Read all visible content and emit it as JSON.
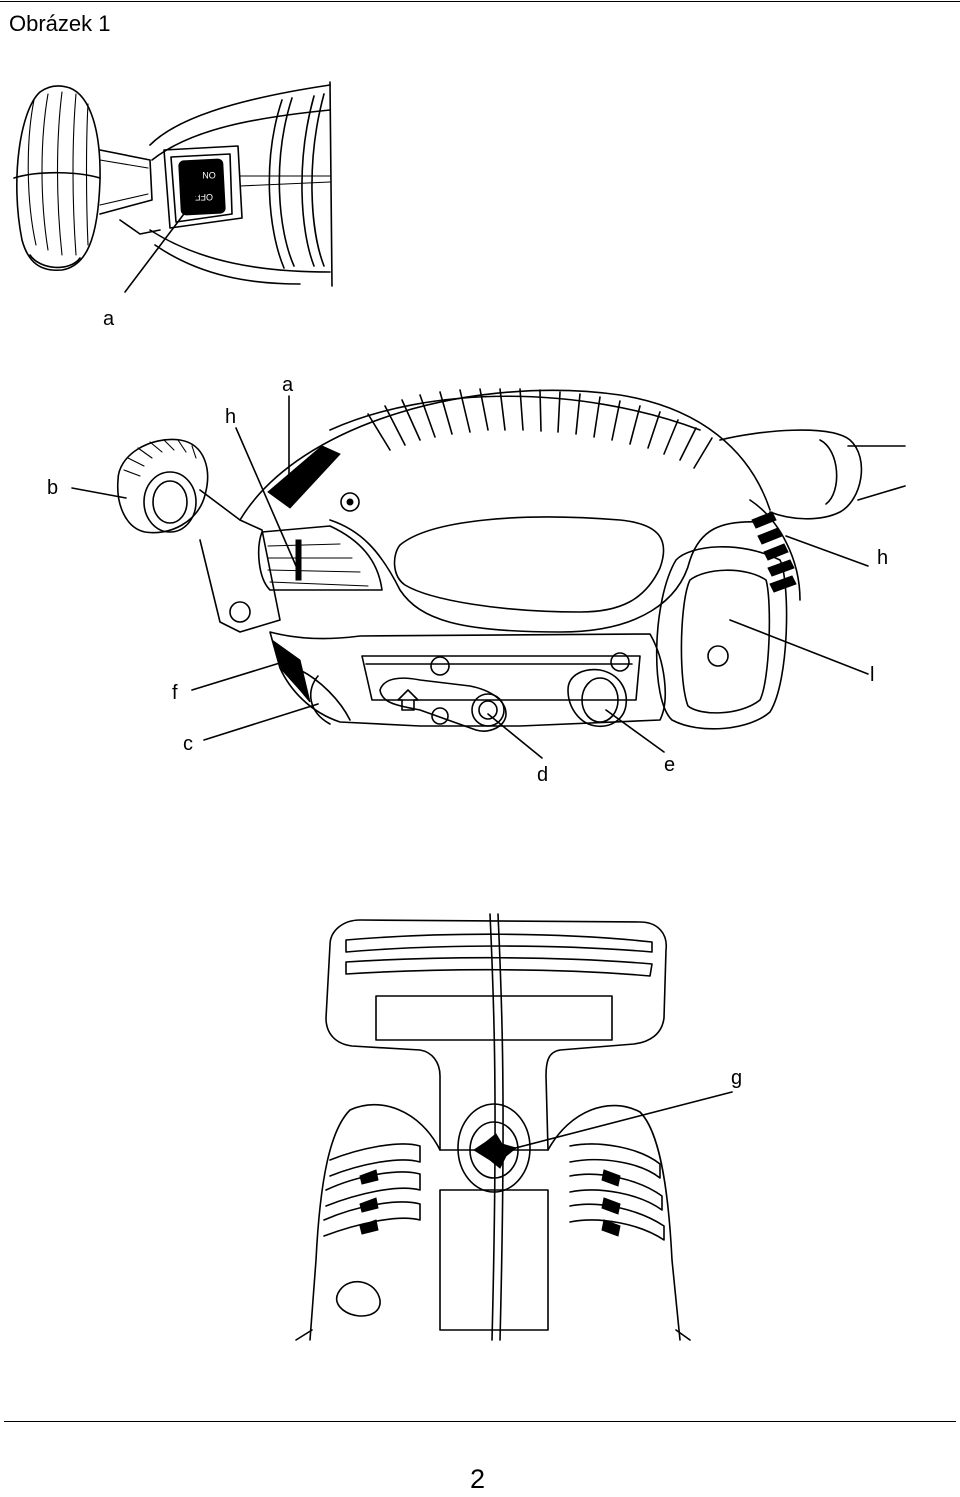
{
  "figure": {
    "title": "Obrázek 1"
  },
  "switch_labels": {
    "on": "ON",
    "off": "OFF"
  },
  "callouts": {
    "a_top": "a",
    "a": "a",
    "h_left": "h",
    "b": "b",
    "h_right": "h",
    "f": "f",
    "l": "l",
    "c": "c",
    "d": "d",
    "e": "e",
    "g": "g"
  },
  "page": {
    "number": "2"
  }
}
